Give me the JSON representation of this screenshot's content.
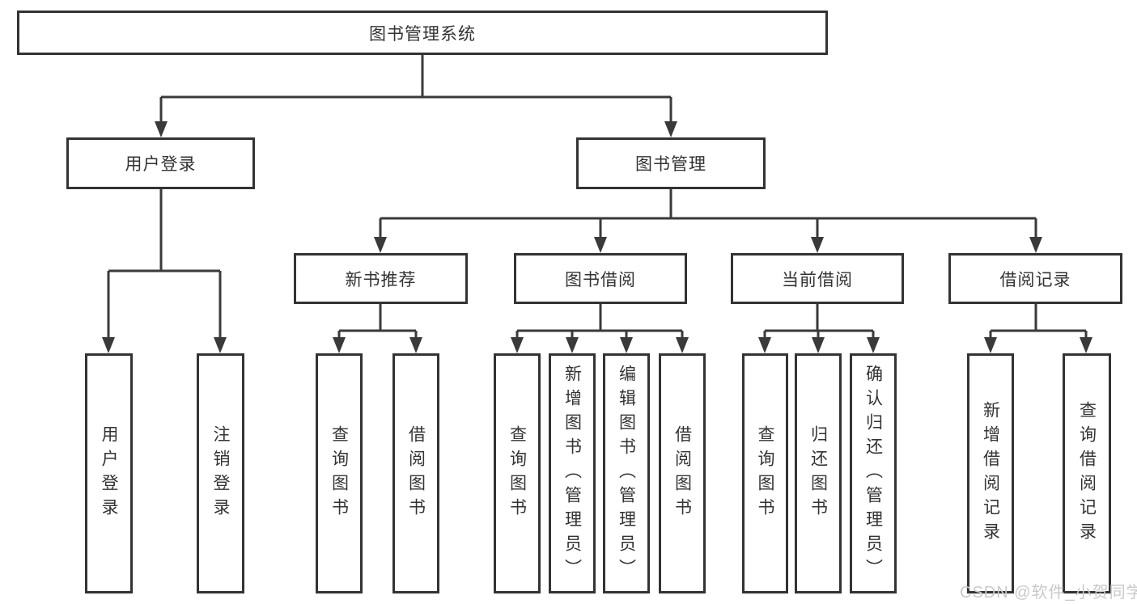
{
  "diagram": {
    "title": "图书管理系统",
    "type": "hierarchy-tree",
    "tree": {
      "root": {
        "label": "图书管理系统",
        "children": [
          {
            "label": "用户登录",
            "children": [
              {
                "label": "用户登录"
              },
              {
                "label": "注销登录"
              }
            ]
          },
          {
            "label": "图书管理",
            "children": [
              {
                "label": "新书推荐",
                "children": [
                  {
                    "label": "查询图书"
                  },
                  {
                    "label": "借阅图书"
                  }
                ]
              },
              {
                "label": "图书借阅",
                "children": [
                  {
                    "label": "查询图书"
                  },
                  {
                    "label": "新增图书（管理员）"
                  },
                  {
                    "label": "编辑图书（管理员）"
                  },
                  {
                    "label": "借阅图书"
                  }
                ]
              },
              {
                "label": "当前借阅",
                "children": [
                  {
                    "label": "查询图书"
                  },
                  {
                    "label": "归还图书"
                  },
                  {
                    "label": "确认归还（管理员）"
                  }
                ]
              },
              {
                "label": "借阅记录",
                "children": [
                  {
                    "label": "新增借阅记录"
                  },
                  {
                    "label": "查询借阅记录"
                  }
                ]
              }
            ]
          }
        ]
      }
    }
  },
  "watermark": {
    "text": "CSDN @软件_小贺同学",
    "color": "#c9c9c9"
  },
  "colors": {
    "line": "#3a3a3a",
    "box_border": "#333333",
    "text": "#333333",
    "background": "#ffffff"
  }
}
